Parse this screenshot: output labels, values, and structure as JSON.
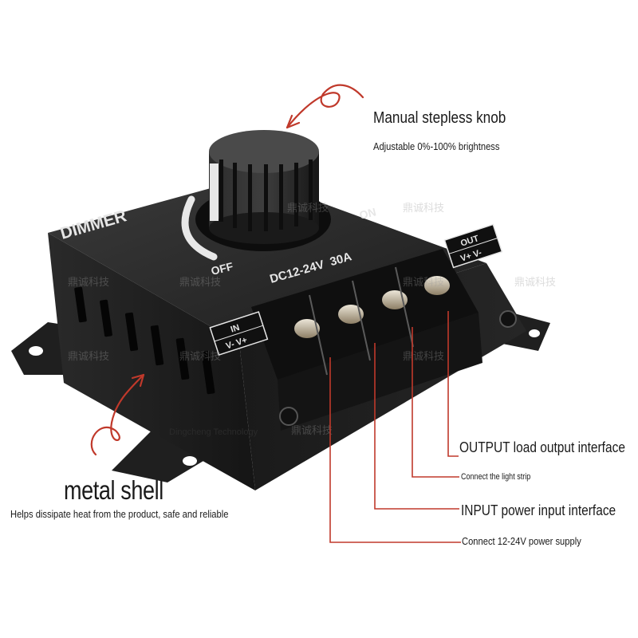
{
  "callouts": {
    "knob_title": "Manual stepless knob",
    "knob_sub": "Adjustable 0%-100% brightness",
    "shell_title": "metal shell",
    "shell_sub": "Helps dissipate heat from the product, safe and reliable",
    "output_title": "OUTPUT load output interface",
    "output_sub": "Connect the light strip",
    "input_title": "INPUT power input interface",
    "input_sub": "Connect 12-24V power supply"
  },
  "device_labels": {
    "brand": "DIMMER",
    "off": "OFF",
    "on": "ON",
    "rating": "DC12-24V  30A",
    "in_label": "IN",
    "in_pins": "V- V+",
    "out_label": "OUT",
    "out_pins": "V+ V-"
  },
  "watermark": {
    "text": "鼎诚科技",
    "company": "Dingcheng Technology"
  },
  "colors": {
    "accent_red": "#c0392b",
    "body": "#1e1e1e",
    "terminal": "#0f0f0f"
  }
}
